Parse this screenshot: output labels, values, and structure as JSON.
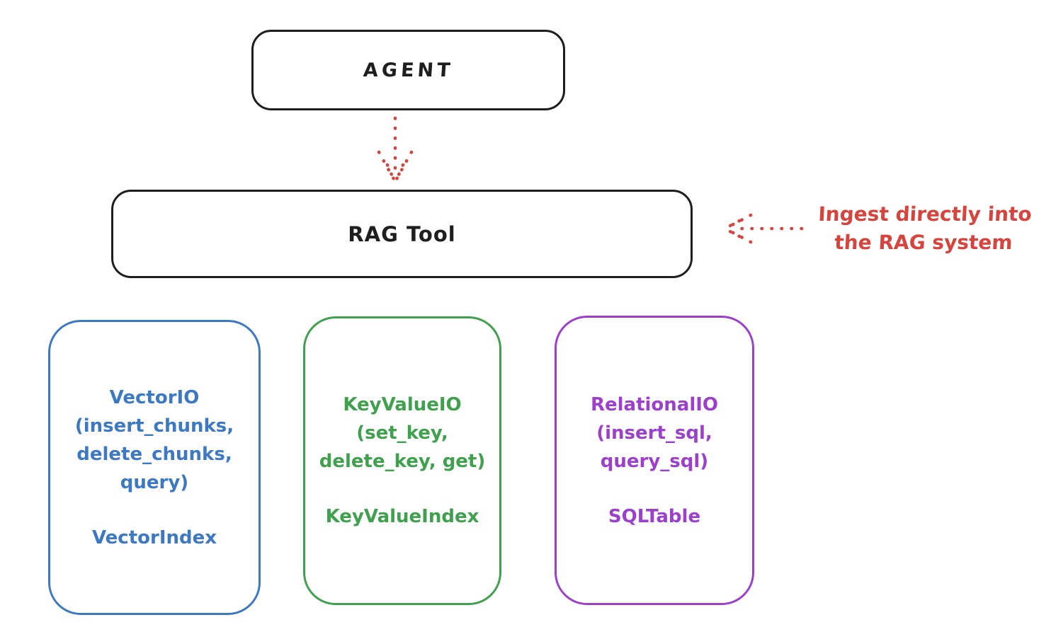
{
  "colors": {
    "ink": "#1e1e1e",
    "red": "#d7443e",
    "blue": "#3d79c2",
    "green": "#3fa04e",
    "purple": "#9c40cc",
    "bg": "#ffffff"
  },
  "nodes": {
    "agent": {
      "label": "AGENT"
    },
    "rag_tool": {
      "label": "RAG Tool"
    },
    "vector": {
      "lines": [
        "VectorIO",
        "(insert_chunks,",
        "delete_chunks,",
        "query)"
      ],
      "index_label": "VectorIndex"
    },
    "keyvalue": {
      "lines": [
        "KeyValueIO",
        "(set_key,",
        "delete_key, get)"
      ],
      "index_label": "KeyValueIndex"
    },
    "relational": {
      "lines": [
        "RelationalIO",
        "(insert_sql,",
        "query_sql)"
      ],
      "index_label": "SQLTable"
    }
  },
  "annotation": {
    "line1": "Ingest directly into",
    "line2": "the RAG system"
  },
  "arrows": {
    "agent_to_rag": "dashed red arrow from AGENT down to RAG Tool",
    "ingest_to_rag": "dashed red arrow from annotation left to RAG Tool"
  }
}
